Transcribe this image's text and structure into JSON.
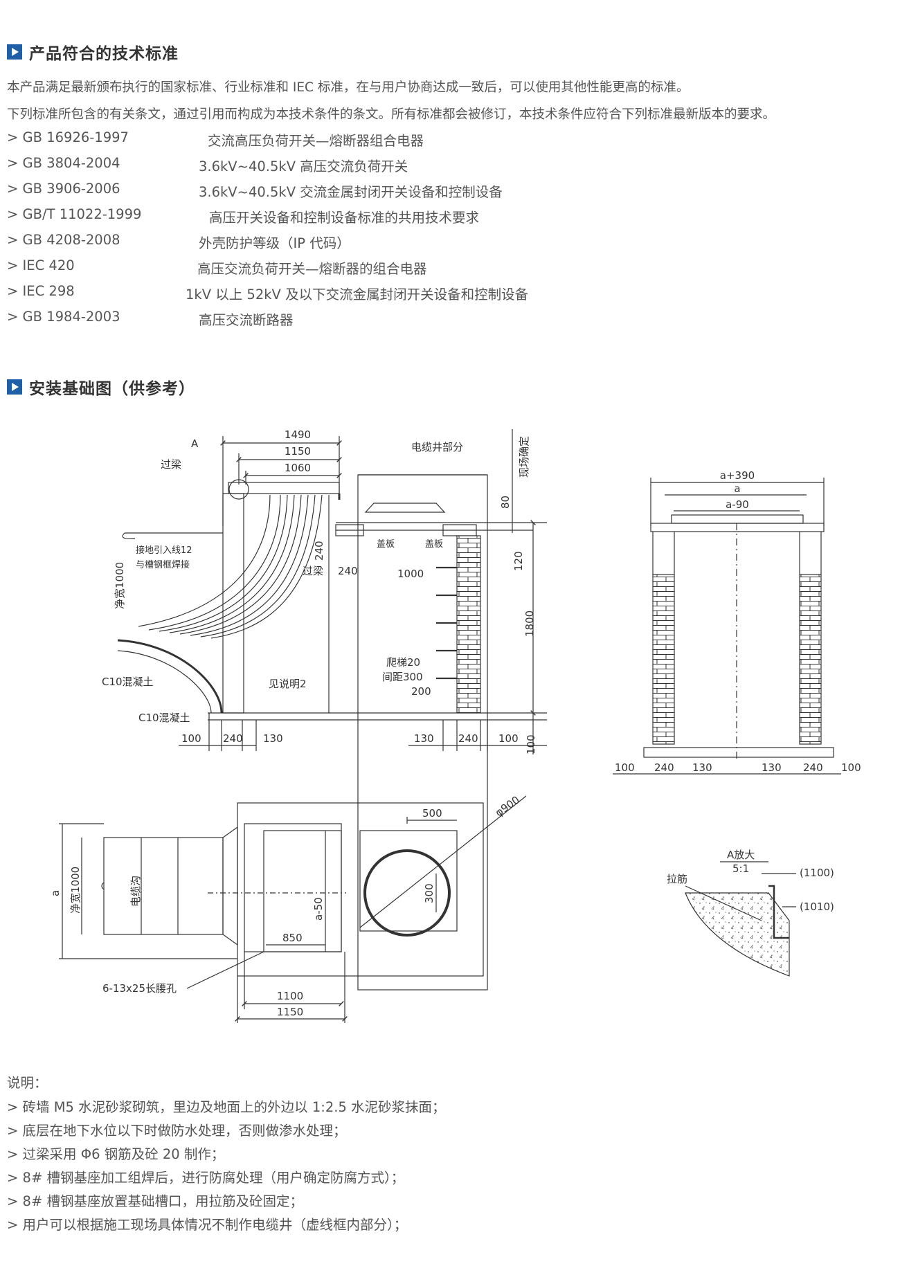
{
  "section1": {
    "title": "产品符合的技术标准",
    "intro1": "本产品满足最新颁布执行的国家标准、行业标准和 IEC 标准，在与用户协商达成一致后，可以使用其他性能更高的标准。",
    "intro2": "下列标准所包含的有关条文，通过引用而构成为本技术条件的条文。所有标准都会被修订，本技术条件应符合下列标准最新版本的要求。",
    "standards": [
      {
        "code": "> GB 16926-1997",
        "desc": "交流高压负荷开关—熔断器组合电器"
      },
      {
        "code": "> GB 3804-2004",
        "desc": "3.6kV~40.5kV 高压交流负荷开关"
      },
      {
        "code": "> GB 3906-2006",
        "desc": "3.6kV~40.5kV 交流金属封闭开关设备和控制设备"
      },
      {
        "code": "> GB/T 11022-1999",
        "desc": "高压开关设备和控制设备标准的共用技术要求"
      },
      {
        "code": "> GB 4208-2008",
        "desc": "外壳防护等级（IP 代码）"
      },
      {
        "code": "> IEC 420",
        "desc": "高压交流负荷开关—熔断器的组合电器"
      },
      {
        "code": "> IEC 298",
        "desc": "1kV 以上 52kV 及以下交流金属封闭开关设备和控制设备"
      },
      {
        "code": "> GB 1984-2003",
        "desc": "高压交流断路器"
      }
    ]
  },
  "section2": {
    "title": "安装基础图（供参考）"
  },
  "drawing": {
    "dims_top": [
      "1490",
      "1150",
      "1060"
    ],
    "label_A": "A",
    "label_beam": "过梁",
    "label_cable_well": "电缆井部分",
    "label_site": "现场确定",
    "dim_80": "80",
    "label_cover1": "盖板",
    "label_cover2": "盖板",
    "dim_120": "120",
    "dim_240_v": "240",
    "label_beam2": "过梁",
    "dim_240_h": "240",
    "dim_1000": "1000",
    "label_ground1": "接地引入线12",
    "label_ground2": "与槽钢框焊接",
    "label_clear_width": "净宽1000",
    "dim_1800": "1800",
    "label_ladder": "爬梯20",
    "label_spacing": "间距300",
    "dim_200": "200",
    "label_c10_a": "C10混凝土",
    "label_see_note": "见说明2",
    "label_c10_b": "C10混凝土",
    "dims_bottom_left": [
      "100",
      "240",
      "130"
    ],
    "dims_bottom_right": [
      "130",
      "240",
      "100",
      "100"
    ],
    "plan_dim_500": "500",
    "plan_dim_phi": "φ900",
    "plan_label_a": "a",
    "plan_clear_width": "净宽1000",
    "plan_cable_trench": "电缆沟",
    "plan_dim_a50": "a-50",
    "plan_dim_300": "300",
    "plan_dim_850": "850",
    "plan_slot": "6-13x25长腰孔",
    "plan_dim_1100": "1100",
    "plan_dim_1150": "1150",
    "side_dims": [
      "a+390",
      "a",
      "a-90"
    ],
    "side_bottom_dims": [
      "100",
      "240",
      "130",
      "130",
      "240",
      "100"
    ],
    "detail_title": "A放大",
    "detail_scale": "5:1",
    "detail_rebar": "拉筋",
    "detail_1100": "(1100)",
    "detail_1010": "(1010)"
  },
  "notes": {
    "label": "说明：",
    "items": [
      "> 砖墙 M5 水泥砂浆砌筑，里边及地面上的外边以 1:2.5 水泥砂浆抹面；",
      "> 底层在地下水位以下时做防水处理，否则做渗水处理；",
      "> 过梁采用 Φ6 钢筋及砼 20 制作；",
      ">  8# 槽钢基座加工组焊后，进行防腐处理（用户确定防腐方式）；",
      ">  8# 槽钢基座放置基础槽口，用拉筋及砼固定；",
      "> 用户可以根据施工现场具体情况不制作电缆井（虚线框内部分）；"
    ]
  }
}
